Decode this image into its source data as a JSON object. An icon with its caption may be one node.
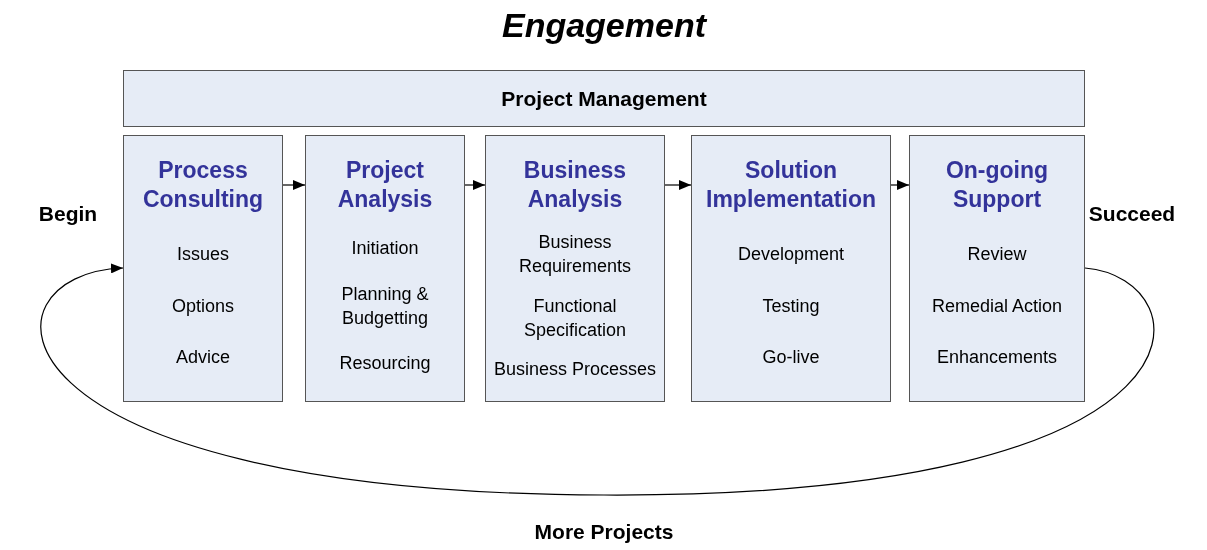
{
  "diagram": {
    "title": "Engagement",
    "nodes": [
      {
        "text": [
          "Project Management"
        ]
      },
      {
        "text": [
          "Process Consulting",
          "Issues",
          "Options",
          "Advice"
        ]
      },
      {
        "text": [
          "Project Analysis",
          "Initiation",
          "Planning & Budgetting",
          "Resourcing"
        ]
      },
      {
        "text": [
          "Business Analysis",
          "Business Requirements",
          "Functional Specification",
          "Business Processes"
        ]
      },
      {
        "text": [
          "Solution Implementation",
          "Development",
          "Testing",
          "Go-live"
        ]
      },
      {
        "text": [
          "On-going Support",
          "Review",
          "Remedial Action",
          "Enhancements"
        ]
      }
    ],
    "edges": [
      {
        "from": 1,
        "to": 2,
        "arrow": "to"
      },
      {
        "from": 2,
        "to": 3,
        "arrow": "to"
      },
      {
        "from": 3,
        "to": 4,
        "arrow": "to"
      },
      {
        "from": 4,
        "to": 5,
        "arrow": "to"
      },
      {
        "from": 5,
        "to": 1,
        "arrow": "to",
        "label": "More Projects"
      }
    ],
    "labels": [
      "Begin",
      "Succeed"
    ]
  }
}
